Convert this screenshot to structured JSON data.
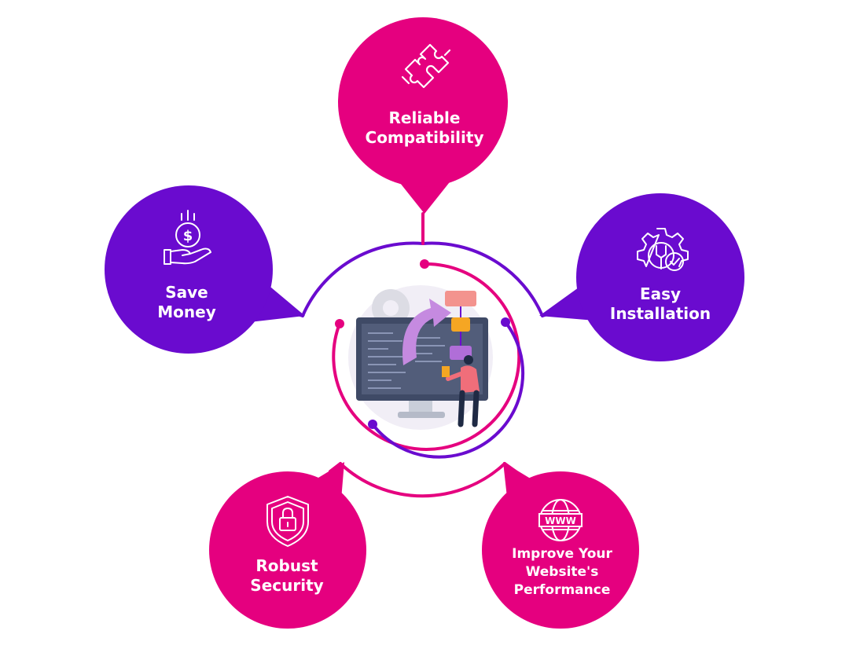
{
  "features": [
    {
      "id": "compatibility",
      "lines": [
        "Reliable",
        "Compatibility"
      ],
      "icon": "puzzle-icon",
      "color": "#e5007f"
    },
    {
      "id": "money",
      "lines": [
        "Save",
        "Money"
      ],
      "icon": "money-hand-icon",
      "color": "#6a0bcf"
    },
    {
      "id": "installation",
      "lines": [
        "Easy",
        "Installation"
      ],
      "icon": "gear-wrench-icon",
      "color": "#6a0bcf"
    },
    {
      "id": "security",
      "lines": [
        "Robust",
        "Security"
      ],
      "icon": "shield-lock-icon",
      "color": "#e5007f"
    },
    {
      "id": "performance",
      "lines": [
        "Improve Your",
        "Website's",
        "Performance"
      ],
      "icon": "globe-www-icon",
      "color": "#e5007f"
    }
  ],
  "center": {
    "icon": "monitor-illustration-icon",
    "globe_text": "WWW"
  },
  "colors": {
    "pink": "#e5007f",
    "purple": "#6a0bcf",
    "white": "#ffffff"
  }
}
